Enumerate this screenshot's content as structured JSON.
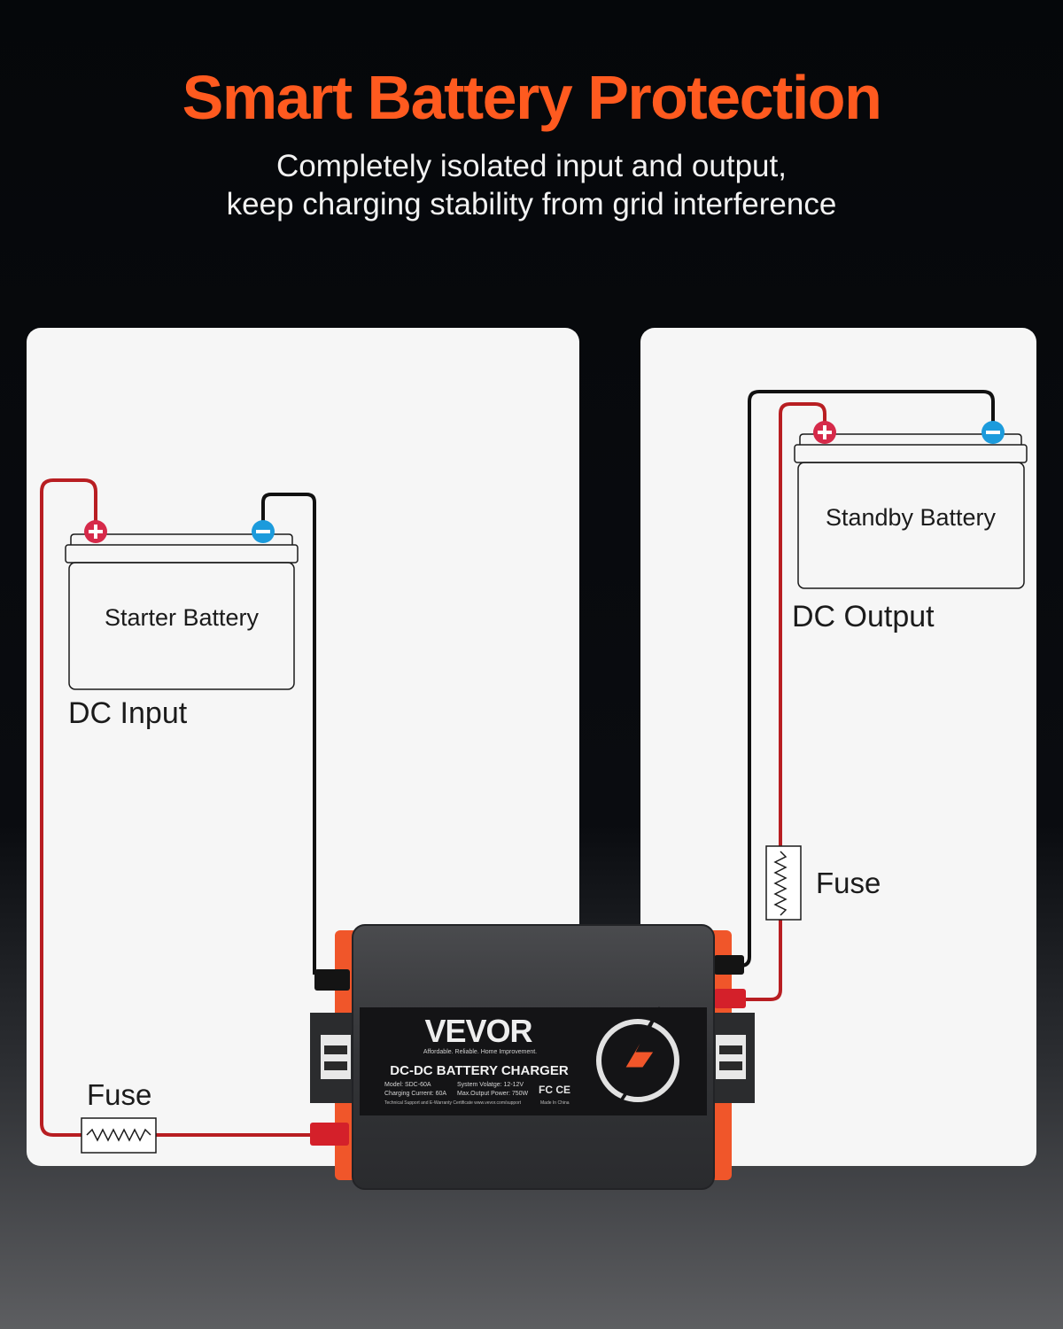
{
  "header": {
    "title": "Smart Battery Protection",
    "subtitle_line1": "Completely isolated input and output,",
    "subtitle_line2": "keep charging stability from grid interference"
  },
  "input_side": {
    "battery_label": "Starter Battery",
    "section_label": "DC Input",
    "fuse_label": "Fuse"
  },
  "output_side": {
    "battery_label": "Standby Battery",
    "section_label": "DC Output",
    "fuse_label": "Fuse"
  },
  "device": {
    "brand": "VEVOR",
    "tagline": "Affordable. Reliable. Home Improvement.",
    "product_name": "DC-DC BATTERY CHARGER",
    "spec_model": "Model: SDC-60A",
    "spec_voltage": "System Volatge: 12-12V",
    "spec_current": "Charging Current: 60A",
    "spec_power": "Max.Output Power: 750W",
    "cert_marks": "FC CE",
    "support_line": "Technical Support and E-Warranty Certificate www.vevor.com/support",
    "origin": "Made In China"
  },
  "colors": {
    "title_orange": "#ff5a1f",
    "wire_red": "#b81e22",
    "wire_black": "#111111",
    "positive_terminal": "#d62a4a",
    "negative_terminal": "#1c9bdc",
    "device_body": "#3a3b3e",
    "device_accent": "#f0562a"
  },
  "icons": [
    "positive-terminal-icon",
    "negative-terminal-icon",
    "lightning-bolt-icon",
    "fuse-symbol-icon"
  ]
}
